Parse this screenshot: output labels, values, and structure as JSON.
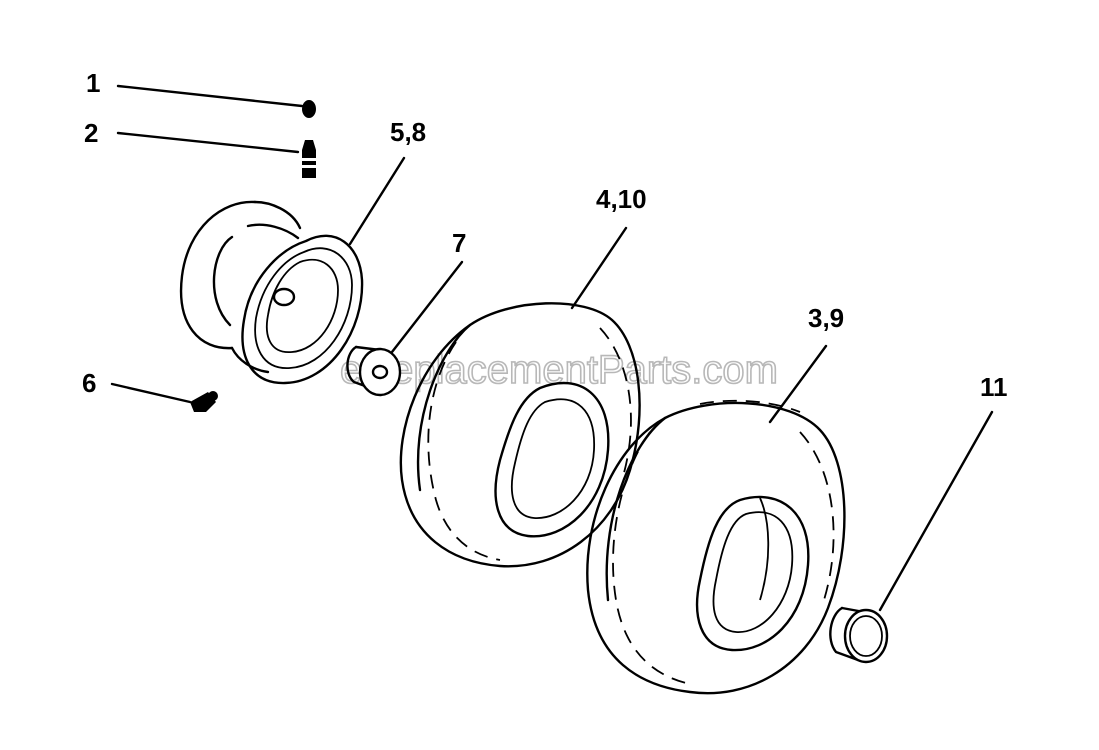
{
  "diagram": {
    "watermark": "eReplacementParts.com",
    "callouts": [
      {
        "id": "c1",
        "text": "1"
      },
      {
        "id": "c2",
        "text": "2"
      },
      {
        "id": "c58",
        "text": "5,8"
      },
      {
        "id": "c6",
        "text": "6"
      },
      {
        "id": "c7",
        "text": "7"
      },
      {
        "id": "c410",
        "text": "4,10"
      },
      {
        "id": "c39",
        "text": "3,9"
      },
      {
        "id": "c11",
        "text": "11"
      }
    ]
  }
}
